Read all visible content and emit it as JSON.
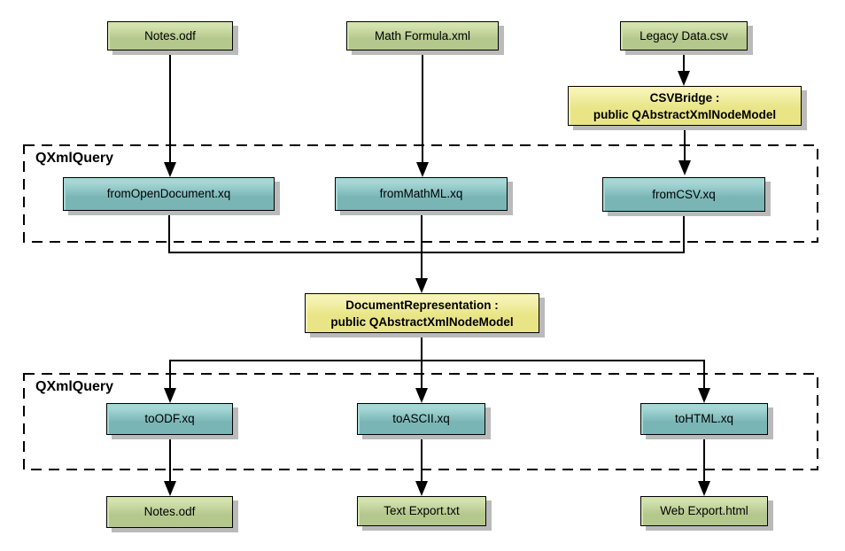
{
  "diagram": {
    "colors": {
      "page_bg": "#ffffff",
      "source_fill": "#b4c88e",
      "source_light": "#d4e2ae",
      "query_fill": "#7ab5b6",
      "query_light": "#a5d8d5",
      "model_fill": "#e9e587",
      "model_light": "#f6f3b5",
      "shadow": "#bababa",
      "line": "#000000"
    },
    "groups": [
      {
        "label": "QXmlQuery"
      },
      {
        "label": "QXmlQuery"
      }
    ],
    "nodes": {
      "notes_top": {
        "label": "Notes.odf",
        "type": "source-file"
      },
      "math_formula": {
        "label": "Math Formula.xml",
        "type": "source-file"
      },
      "legacy_data": {
        "label": "Legacy Data.csv",
        "type": "source-file"
      },
      "csv_bridge": {
        "label_line1": "CSVBridge :",
        "label_line2": "public QAbstractXmlNodeModel",
        "type": "node-model-class"
      },
      "from_open_document": {
        "label": "fromOpenDocument.xq",
        "type": "query-file"
      },
      "from_mathml": {
        "label": "fromMathML.xq",
        "type": "query-file"
      },
      "from_csv": {
        "label": "fromCSV.xq",
        "type": "query-file"
      },
      "document_representation": {
        "label_line1": "DocumentRepresentation :",
        "label_line2": "public QAbstractXmlNodeModel",
        "type": "node-model-class"
      },
      "to_odf": {
        "label": "toODF.xq",
        "type": "query-file"
      },
      "to_ascii": {
        "label": "toASCII.xq",
        "type": "query-file"
      },
      "to_html": {
        "label": "toHTML.xq",
        "type": "query-file"
      },
      "notes_bottom": {
        "label": "Notes.odf",
        "type": "output-file"
      },
      "text_export": {
        "label": "Text Export.txt",
        "type": "output-file"
      },
      "web_export": {
        "label": "Web Export.html",
        "type": "output-file"
      }
    }
  }
}
